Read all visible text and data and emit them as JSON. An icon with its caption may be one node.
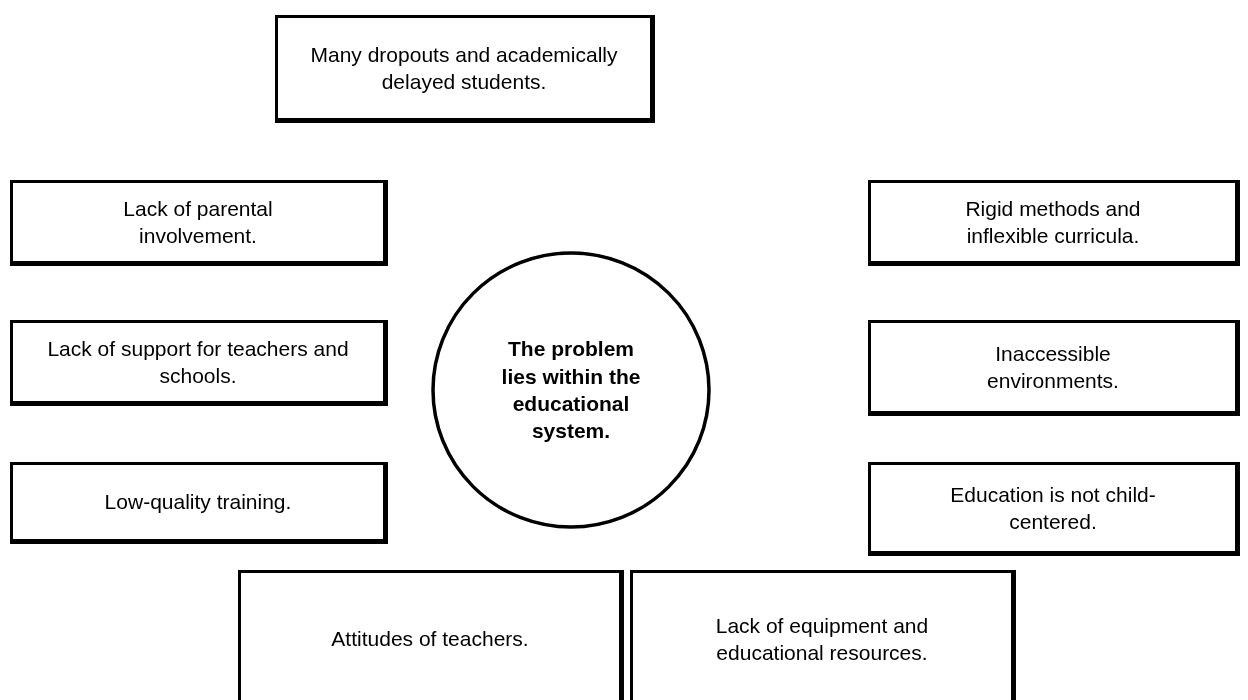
{
  "diagram": {
    "nodes": [
      {
        "text": [
          "Many dropouts and academically delayed students."
        ]
      },
      {
        "text": [
          "Lack of parental involvement."
        ]
      },
      {
        "text": [
          "Rigid methods and inflexible curricula."
        ]
      },
      {
        "text": [
          "The problem lies within the educational system."
        ]
      },
      {
        "text": [
          "Lack of support for teachers and schools."
        ]
      },
      {
        "text": [
          "Inaccessible environments."
        ]
      },
      {
        "text": [
          "Low-quality training."
        ]
      },
      {
        "text": [
          "Education is not child-centered."
        ]
      },
      {
        "text": [
          "Attitudes of teachers."
        ]
      },
      {
        "text": [
          "Lack of equipment and educational resources."
        ]
      }
    ]
  }
}
